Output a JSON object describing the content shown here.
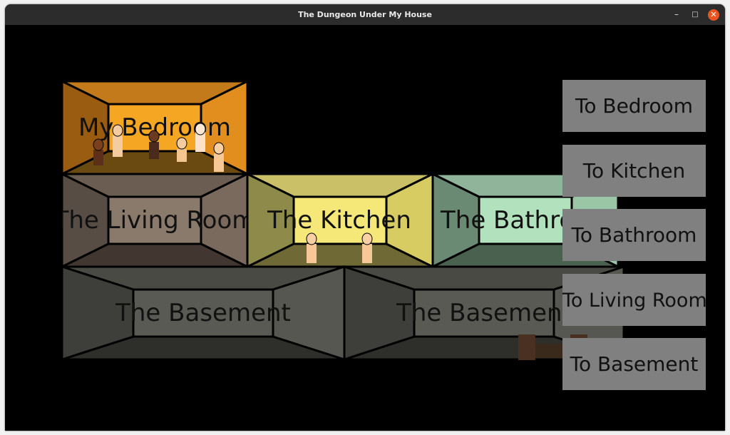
{
  "window": {
    "title": "The Dungeon Under My House",
    "minimize_glyph": "–",
    "maximize_glyph": "□",
    "close_glyph": "✕"
  },
  "rooms": {
    "bedroom": {
      "label": "My Bedroom",
      "back": "#f5a623",
      "left": "#9a5c10",
      "right": "#e18e1f",
      "ceiling": "#c27a1a",
      "floor": "#6b4a12"
    },
    "living_room": {
      "label": "The Living Room",
      "back": "#8a7a6c",
      "left": "#574d44",
      "right": "#7a6a5d",
      "ceiling": "#6b5d52",
      "floor": "#423630"
    },
    "kitchen": {
      "label": "The Kitchen",
      "back": "#f5e879",
      "left": "#8e8a4a",
      "right": "#d6cc62",
      "ceiling": "#c9c068",
      "floor": "#6f6a35"
    },
    "bathroom": {
      "label": "The Bathroom",
      "back": "#b2e2bd",
      "left": "#6b8a74",
      "right": "#9ac6a6",
      "ceiling": "#8fb49a",
      "floor": "#4a6150"
    },
    "basement_left": {
      "label": "The Basement",
      "back": "#5a5a55",
      "left": "#3e3e3a",
      "right": "#575751",
      "ceiling": "#4a4a45",
      "floor": "#2e2e2b"
    },
    "basement_right": {
      "label": "The Basement",
      "back": "#5a5a55",
      "left": "#3e3e3a",
      "right": "#575751",
      "ceiling": "#4a4a45",
      "floor": "#2e2e2b"
    }
  },
  "nav_buttons": [
    {
      "label": "To Bedroom"
    },
    {
      "label": "To Kitchen"
    },
    {
      "label": "To Bathroom"
    },
    {
      "label": "To Living Room"
    },
    {
      "label": "To Basement"
    }
  ]
}
